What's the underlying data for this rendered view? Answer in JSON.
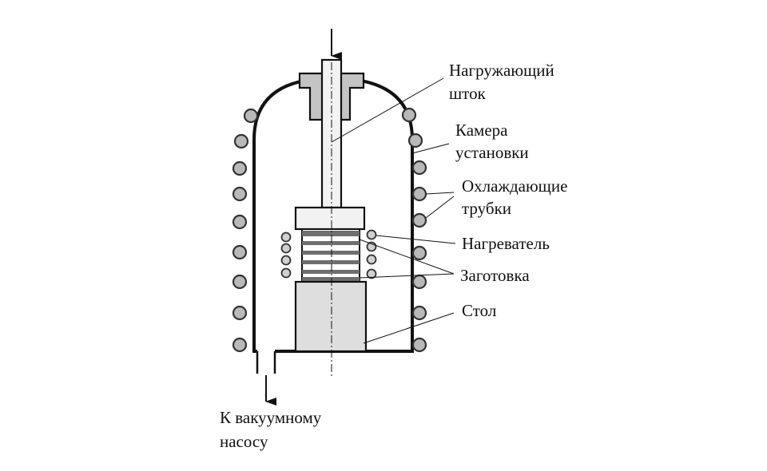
{
  "labels": {
    "rod": [
      "Нагружающий",
      "шток"
    ],
    "chamber": [
      "Камера",
      "установки"
    ],
    "pipes": [
      "Охлаждающие",
      "трубки"
    ],
    "heater": "Нагреватель",
    "workpiece": "Заготовка",
    "table": "Стол",
    "pump": [
      "К вакуумному",
      "насосу"
    ]
  },
  "colors": {
    "stroke": "#111111",
    "rod_fill": "#f2f2f2",
    "collar_fill": "#c4c4c4",
    "platen_fill": "#f2f2f2",
    "table_fill": "#dedede",
    "workpiece_layer": "#6e6e6e",
    "pipe_fill": "#b9b9b9",
    "heater_coil_fill": "#d0d0d0"
  }
}
